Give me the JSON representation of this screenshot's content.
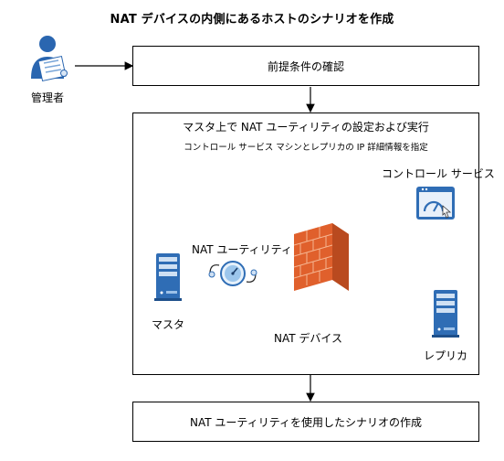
{
  "title": "NAT デバイスの内側にあるホストのシナリオを作成",
  "actor": {
    "label": "管理者",
    "icon": "administrator-icon"
  },
  "steps": {
    "step1": "前提条件の確認",
    "step2_title": "マスタ上で NAT ユーティリティの設定および実行",
    "step2_subtitle": "コントロール サービス マシンとレプリカの IP 詳細情報を指定",
    "step3": "NAT ユーティリティを使用したシナリオの作成"
  },
  "nodes": {
    "master": "マスタ",
    "nat_utility": "NAT ユーティリティ",
    "nat_device": "NAT デバイス",
    "control_service": "コントロール サービス",
    "replica": "レプリカ"
  },
  "colors": {
    "accent_blue": "#1f5fa8",
    "firewall_red": "#e0602c",
    "server_blue": "#3a7cc4"
  }
}
